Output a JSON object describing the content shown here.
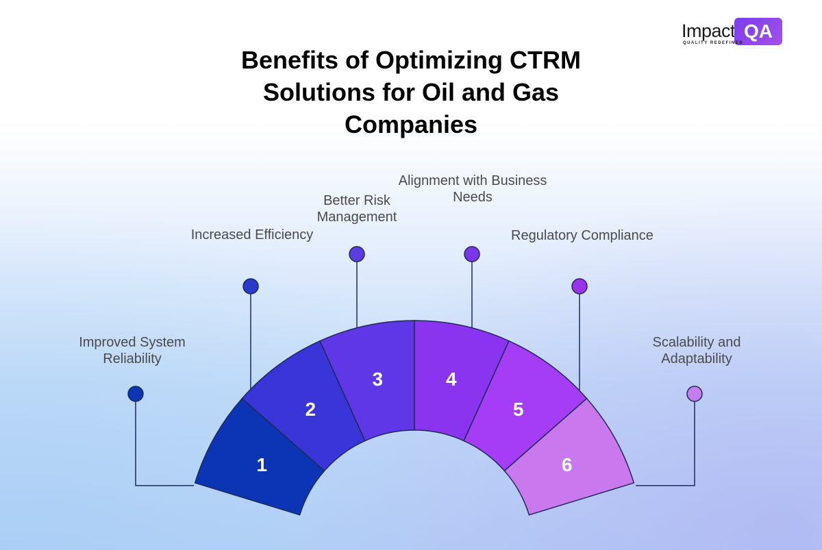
{
  "title": "Benefits of Optimizing CTRM Solutions for Oil and Gas Companies",
  "logo": {
    "word": "Impact",
    "badge": "QA",
    "tagline": "QUALITY REDEFINED"
  },
  "segments": [
    {
      "number": "1",
      "label": "Improved System Reliability",
      "color": "#0b35b5"
    },
    {
      "number": "2",
      "label": "Increased Efficiency",
      "color": "#3a35d8"
    },
    {
      "number": "3",
      "label": "Better Risk Management",
      "color": "#5f37e6"
    },
    {
      "number": "4",
      "label": "Alignment with Business Needs",
      "color": "#8a34ef"
    },
    {
      "number": "5",
      "label": "Regulatory Compliance",
      "color": "#a53cf6"
    },
    {
      "number": "6",
      "label": "Scalability and Adaptability",
      "color": "#c978ee"
    }
  ],
  "dot_colors": [
    "#0b35b5",
    "#2a3bc9",
    "#5a3de0",
    "#7b36ea",
    "#9a32ec",
    "#c57ef0"
  ]
}
